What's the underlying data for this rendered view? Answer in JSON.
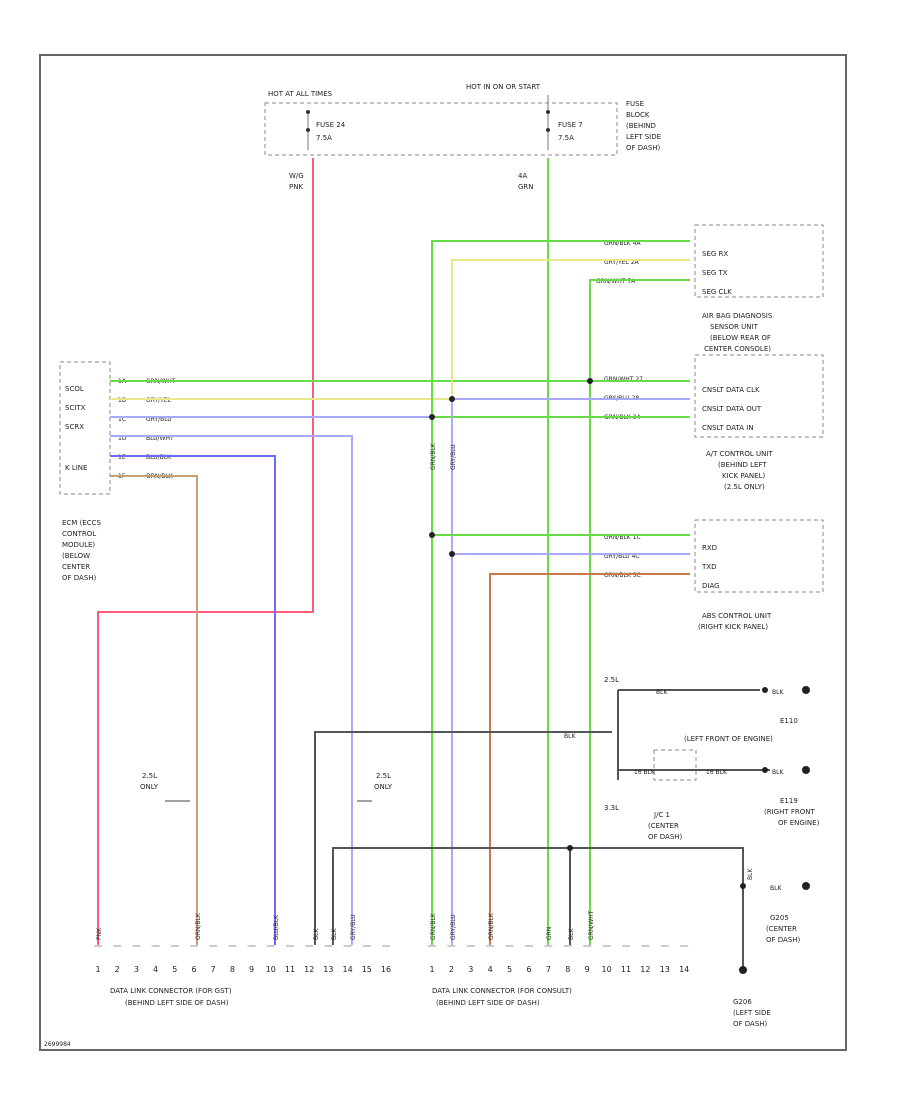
{
  "colors": {
    "pink": "#ff5a7a",
    "green": "#66dd44",
    "yellow": "#e8e88a",
    "blue": "#6a6aff",
    "lightblue": "#a8a8ff",
    "tan": "#c8a078",
    "orange": "#c87a4a",
    "black": "#555555"
  },
  "fuse_block": {
    "hot_at_all_times": "HOT AT ALL TIMES",
    "hot_in_on_start": "HOT IN ON OR START",
    "fuse_24": "FUSE 24",
    "fuse_24_amp": "7.5A",
    "fuse_7": "FUSE 7",
    "fuse_7_amp": "7.5A",
    "label": [
      "FUSE",
      "BLOCK",
      "(BEHIND",
      "LEFT SIDE",
      "OF DASH)"
    ],
    "wire_left": [
      "W/G",
      "PNK"
    ],
    "wire_right": [
      "4A",
      "GRN"
    ]
  },
  "airbag_unit": {
    "pins": [
      "SEG RX",
      "SEG TX",
      "SEG CLK"
    ],
    "label": [
      "AIR BAG DIAGNOSIS",
      "SENSOR UNIT",
      "(BELOW REAR OF",
      "CENTER CONSOLE)"
    ],
    "wires": [
      "GRN/BLK 4A",
      "GRY/YEL 2A",
      "GRN/WHT 7A"
    ]
  },
  "ecm": {
    "pins": [
      "SCOL",
      "SCITX",
      "SCRX",
      "",
      "K LINE"
    ],
    "label": [
      "ECM (ECCS",
      "CONTROL",
      "MODULE)",
      "(BELOW",
      "CENTER",
      "OF DASH)"
    ],
    "wires": [
      "GRN/WHT",
      "GRY/YEL",
      "GRY/BLU",
      "BLU/WHT",
      "BLU/BLK",
      "ORN/BLK"
    ],
    "pin_nums": [
      "1A",
      "1B",
      "1C",
      "1D",
      "1E",
      "1F"
    ]
  },
  "at_unit": {
    "pins": [
      "CNSLT DATA CLK",
      "CNSLT DATA OUT",
      "CNSLT DATA IN"
    ],
    "label": [
      "A/T CONTROL UNIT",
      "(BEHIND LEFT",
      "KICK PANEL)",
      "(2.5L ONLY)"
    ],
    "wires": [
      "GRN/WHT 27",
      "GRY/BLU 28",
      "GRN/BLK 34"
    ]
  },
  "abs_unit": {
    "pins": [
      "RXD",
      "TXD",
      "DIAG"
    ],
    "label": [
      "ABS CONTROL UNIT",
      "(RIGHT KICK PANEL)"
    ],
    "wires": [
      "GRN/BLK 1C",
      "GRY/BLU 4C",
      "ORN/BLK 5C"
    ]
  },
  "vertical_tags": [
    "GRN/BLK",
    "GRY/BLU"
  ],
  "ground_notes": {
    "l25": "2.5L",
    "blk": "BLK",
    "e110": "E110",
    "e110_loc": "(LEFT FRONT OF ENGINE)",
    "l33": "3.3L",
    "e119": "E119",
    "e119_loc": [
      "(RIGHT FRONT",
      "OF ENGINE)"
    ],
    "jc1": [
      "J/C 1",
      "(CENTER",
      "OF DASH)"
    ],
    "m_blk": "16 BLK",
    "g_blk_2": "16 BLK",
    "g_blk_3": "BLK",
    "g205": [
      "G205",
      "(CENTER",
      "OF DASH)"
    ],
    "g206": [
      "G206",
      "(LEFT SIDE",
      "OF DASH)"
    ],
    "blk_tag": "BLK"
  },
  "only_notes": {
    "left": [
      "2.5L",
      "ONLY"
    ],
    "right": [
      "2.5L",
      "ONLY"
    ]
  },
  "dlc_gst": {
    "pins": [
      "1",
      "2",
      "3",
      "4",
      "5",
      "6",
      "7",
      "8",
      "9",
      "10",
      "11",
      "12",
      "13",
      "14",
      "15",
      "16"
    ],
    "label": [
      "DATA LINK CONNECTOR (FOR GST)",
      "(BEHIND LEFT SIDE OF DASH)"
    ],
    "wire_tags": [
      "PNK",
      "ORN/BLK",
      "BLU/BLK",
      "BLK",
      "BLK",
      "GRY/BLU"
    ]
  },
  "dlc_consult": {
    "pins": [
      "1",
      "2",
      "3",
      "4",
      "5",
      "6",
      "7",
      "8",
      "9",
      "10",
      "11",
      "12",
      "13",
      "14"
    ],
    "label": [
      "DATA LINK CONNECTOR (FOR CONSULT)",
      "(BEHIND LEFT SIDE OF DASH)"
    ],
    "wire_tags": [
      "GRN/BLK",
      "GRY/BLU",
      "ORN/BLK",
      "GRN",
      "BLK",
      "GRN/WHT"
    ]
  },
  "footer_id": "2699984"
}
